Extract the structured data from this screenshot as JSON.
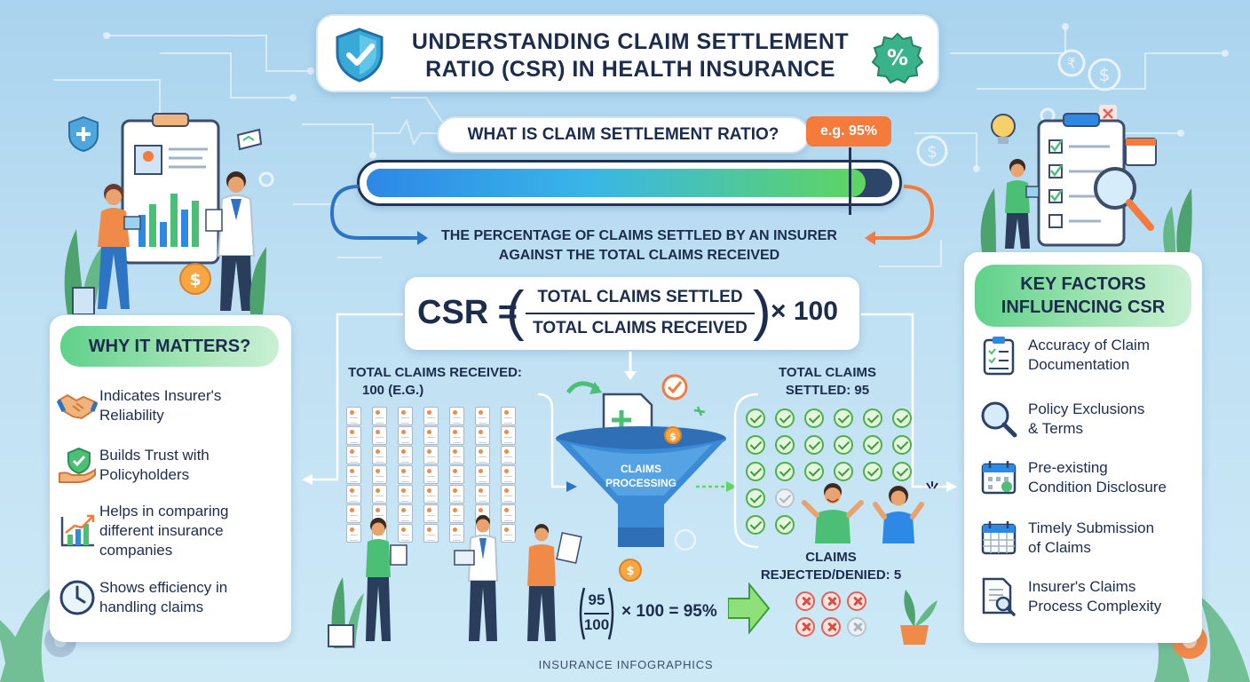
{
  "title": {
    "line1": "UNDERSTANDING CLAIM SETTLEMENT",
    "line2": "RATIO (CSR) IN HEALTH INSURANCE"
  },
  "question": {
    "label": "WHAT IS CLAIM SETTLEMENT RATIO?",
    "example_badge": "e.g. 95%"
  },
  "progress": {
    "value_percent": 95
  },
  "definition": {
    "line1": "THE PERCENTAGE OF CLAIMS SETTLED BY AN INSURER",
    "line2": "AGAINST THE TOTAL CLAIMS RECEIVED"
  },
  "formula": {
    "lhs": "CSR =",
    "numerator": "TOTAL CLAIMS SETTLED",
    "denominator": "TOTAL CLAIMS RECEIVED",
    "rhs": "× 100"
  },
  "why": {
    "heading": "WHY IT MATTERS?",
    "items": [
      {
        "line1": "Indicates Insurer's",
        "line2": "Reliability",
        "icon": "handshake-icon"
      },
      {
        "line1": "Builds Trust with",
        "line2": "Policyholders",
        "icon": "shield-hand-icon"
      },
      {
        "line1": "Helps in comparing",
        "line2": "different insurance",
        "line3": "companies",
        "icon": "growth-chart-icon"
      },
      {
        "line1": "Shows efficiency in",
        "line2": "handling claims",
        "icon": "clock-icon"
      }
    ]
  },
  "received": {
    "label_line1": "TOTAL CLAIMS RECEIVED:",
    "label_line2": "100 (e.g.)"
  },
  "processing": {
    "label_line1": "CLAIMS",
    "label_line2": "PROCESSING"
  },
  "settled": {
    "label_line1": "TOTAL CLAIMS",
    "label_line2": "SETTLED: 95"
  },
  "rejected": {
    "label_line1": "CLAIMS",
    "label_line2": "REJECTED/DENIED: 5"
  },
  "calculation": {
    "numerator": "95",
    "denominator": "100",
    "result": "× 100 = 95%"
  },
  "factors": {
    "heading_line1": "KEY FACTORS",
    "heading_line2": "INFLUENCING CSR",
    "items": [
      {
        "line1": "Accuracy of Claim",
        "line2": "Documentation",
        "icon": "clipboard-icon"
      },
      {
        "line1": "Policy Exclusions",
        "line2": "& Terms",
        "icon": "magnifier-icon"
      },
      {
        "line1": "Pre-existing",
        "line2": "Condition Disclosure",
        "icon": "calendar-icon"
      },
      {
        "line1": "Timely Submission",
        "line2": "of Claims",
        "icon": "calendar-grid-icon"
      },
      {
        "line1": "Insurer's Claims",
        "line2": "Process Complexity",
        "icon": "document-search-icon"
      }
    ]
  },
  "footer": "INSURANCE INFOGRAPHICS",
  "colors": {
    "accent_orange": "#f47b3c",
    "bar_blue": "#2d88e6",
    "bar_green": "#5fd65e",
    "navy": "#1c2c4d",
    "pill_green": "#5fd18a"
  }
}
